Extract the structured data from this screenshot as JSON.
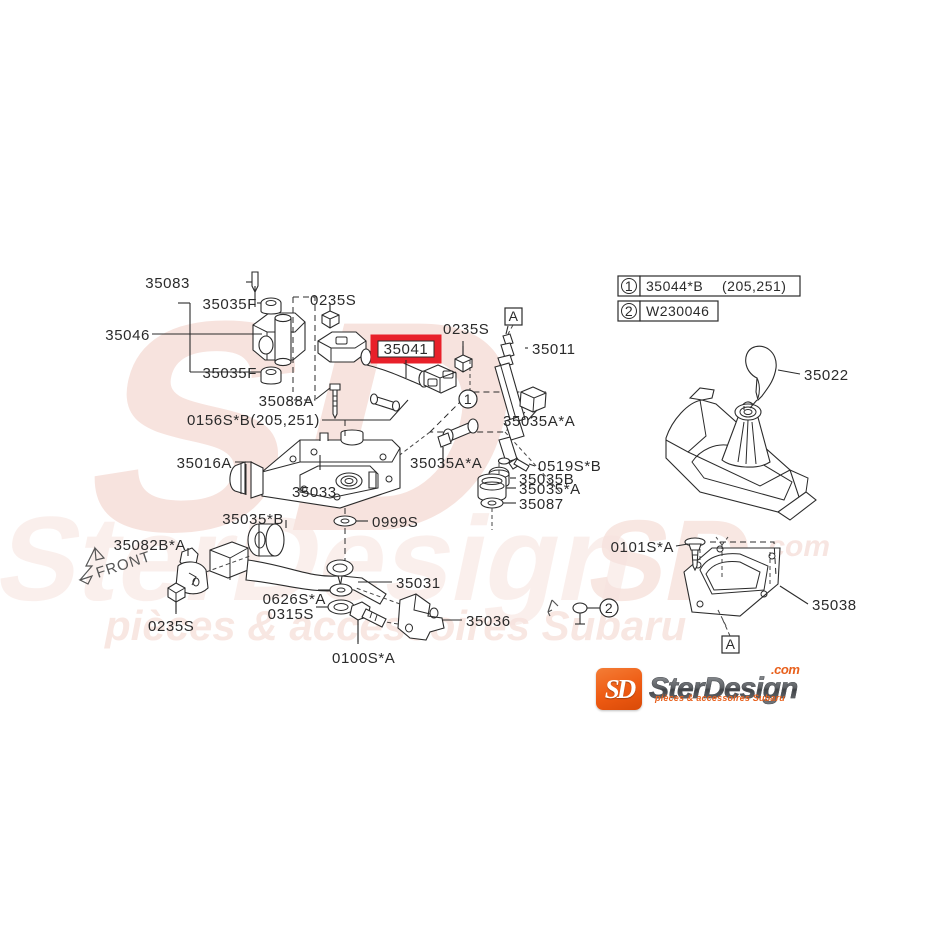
{
  "diagram": {
    "title": "Subaru Manual Transmission Gear Shift Control Parts Diagram",
    "highlighted_part": "35041",
    "front_marker": "FRONT"
  },
  "legend": {
    "rows": [
      {
        "marker": "1",
        "part": "35044*B",
        "note": "(205,251)"
      },
      {
        "marker": "2",
        "part": "W230046",
        "note": ""
      }
    ]
  },
  "callouts": {
    "a1": "A",
    "a2": "A",
    "n1": "1",
    "n2": "2"
  },
  "labels": {
    "l35083": "35083",
    "l35035F_a": "35035F",
    "l35046": "35046",
    "l35035F_b": "35035F",
    "l0235S_a": "0235S",
    "l35088A": "35088A",
    "l0156SB": "0156S*B(205,251)",
    "l35041": "35041",
    "l0235S_b": "0235S",
    "l35011": "35011",
    "l35035AA_a": "35035A*A",
    "l35035AA_b": "35035A*A",
    "l35035B": "35035B",
    "l0519SB": "0519S*B",
    "l35035A": "35035*A",
    "l35087": "35087",
    "l35016A": "35016A",
    "l35033": "35033",
    "l35035B2": "35035*B",
    "l0999S": "0999S",
    "l35082BA": "35082B*A",
    "l0235S_c": "0235S",
    "l0626SA": "0626S*A",
    "l0315S": "0315S",
    "l35031": "35031",
    "l35036": "35036",
    "l0100SA": "0100S*A",
    "l35022": "35022",
    "l0101SA": "0101S*A",
    "l35038": "35038"
  },
  "watermark": {
    "mark": "SD",
    "brand": "SterDesign",
    "tagline": "pièces & accessoires Subaru"
  },
  "logo": {
    "badge": "SD",
    "word": "SterDesign",
    "dotcom": ".com",
    "tagline": "pièces & accessoires Subaru"
  },
  "colors": {
    "highlight": "#e8202a",
    "line": "#2b2b2b",
    "watermark": "#f7e3de",
    "brand_orange": "#ee5a12"
  }
}
